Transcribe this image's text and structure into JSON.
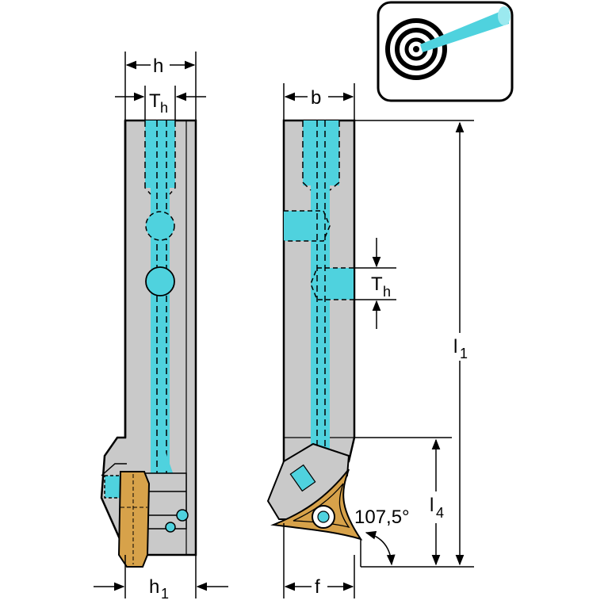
{
  "dimensions": {
    "h": "h",
    "th_left_main": "T",
    "th_left_sub": "h",
    "b": "b",
    "th_right_main": "T",
    "th_right_sub": "h",
    "l1_main": "l",
    "l1_sub": "1",
    "l4_main": "l",
    "l4_sub": "4",
    "angle": "107,5°",
    "h1_main": "h",
    "h1_sub": "1",
    "f": "f"
  },
  "colors": {
    "holder_body": "#c9c9c9",
    "coolant": "#4fd2de",
    "insert": "#d7a24a",
    "outline": "#000000"
  },
  "icons": {
    "coolant_badge": "internal-coolant-target-icon"
  }
}
